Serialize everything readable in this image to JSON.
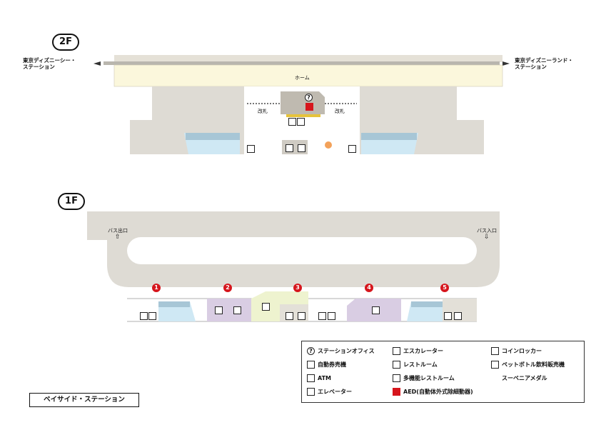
{
  "floors": {
    "f2": {
      "label": "2F"
    },
    "f1": {
      "label": "1F"
    }
  },
  "floor2": {
    "left_destination": "東京ディズニーシー・\nステーション",
    "right_destination": "東京ディズニーランド・\nステーション",
    "platform_label": "ホーム",
    "gate_left": "改札",
    "gate_right": "改札"
  },
  "floor1": {
    "bus_exit": "バス出口",
    "bus_entry": "バス入口",
    "gates": [
      "1",
      "2",
      "3",
      "4",
      "5"
    ]
  },
  "legend": {
    "items": [
      {
        "icon": "station-office-icon",
        "label": "ステーションオフィス"
      },
      {
        "icon": "escalator-icon",
        "label": "エスカレーター"
      },
      {
        "icon": "coin-locker-icon",
        "label": "コインロッカー"
      },
      {
        "icon": "ticket-machine-icon",
        "label": "自動券売機"
      },
      {
        "icon": "restroom-icon",
        "label": "レストルーム"
      },
      {
        "icon": "pet-bottle-vending-icon",
        "label": "ペットボトル飲料販売機"
      },
      {
        "icon": "atm-icon",
        "label": "ATM"
      },
      {
        "icon": "multipurpose-restroom-icon",
        "label": "多機能レストルーム"
      },
      {
        "icon": "souvenir-medal-icon",
        "label": "スーベニアメダル"
      },
      {
        "icon": "elevator-icon",
        "label": "エレベーター"
      },
      {
        "icon": "aed-icon",
        "label": "AED(自動体外式除細動器)"
      }
    ]
  },
  "station_name": "ベイサイド・ステーション",
  "colors": {
    "platform": "#fbf7dc",
    "structure": "#dedbd4",
    "stairs": "#cfe8f4",
    "accent_red": "#d6161d",
    "restroom": "#d9cde3",
    "bridge": "#eef3cf"
  }
}
